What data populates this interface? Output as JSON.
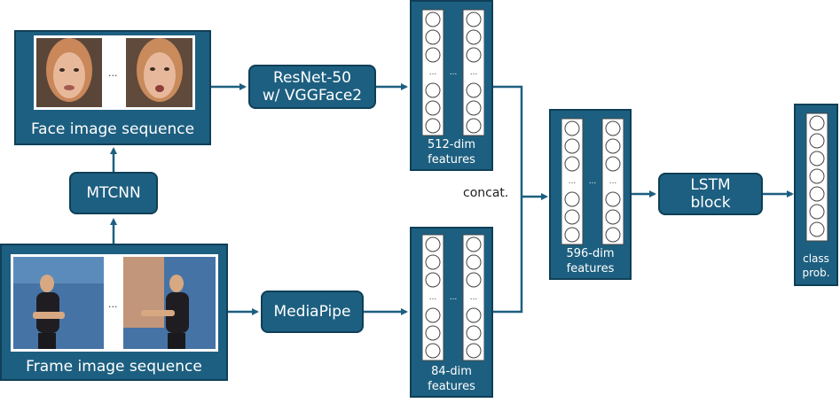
{
  "panels": {
    "face": {
      "caption": "Face image sequence",
      "ellipsis": "..."
    },
    "frame": {
      "caption": "Frame image sequence",
      "ellipsis": "..."
    }
  },
  "nodes": {
    "mtcnn": "MTCNN",
    "resnet_line1": "ResNet-50",
    "resnet_line2": "w/ VGGFace2",
    "mediapipe": "MediaPipe",
    "lstm_line1": "LSTM",
    "lstm_line2": "block"
  },
  "features": {
    "face": {
      "line1": "512-dim",
      "line2": "features",
      "ellipsis": "..."
    },
    "pose": {
      "line1": "84-dim",
      "line2": "features",
      "ellipsis": "..."
    },
    "concat": {
      "line1": "596-dim",
      "line2": "features",
      "ellipsis": "..."
    },
    "output": {
      "line1": "class",
      "line2": "prob."
    }
  },
  "labels": {
    "concat": "concat."
  },
  "colors": {
    "panel_fill": "#1d5f80",
    "panel_border": "#0f3f57",
    "arrow": "#1d5f80",
    "text_on_fill": "#ffffff"
  }
}
